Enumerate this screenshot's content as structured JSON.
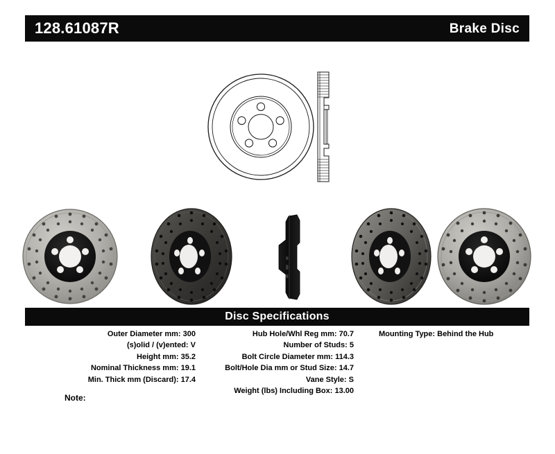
{
  "header": {
    "part_number": "128.61087R",
    "product_type": "Brake Disc"
  },
  "tech_drawing": {
    "face_view_name": "rotor-face-line-drawing",
    "section_view_name": "rotor-cross-section-line-drawing",
    "lug_hole_count": 5
  },
  "photos": [
    {
      "name": "drilled-rotor-front-face-photo",
      "caption": ""
    },
    {
      "name": "drilled-rotor-angled-dark-photo",
      "caption": ""
    },
    {
      "name": "rotor-edge-profile-photo",
      "caption": ""
    },
    {
      "name": "drilled-rotor-angled-left-photo",
      "caption": ""
    },
    {
      "name": "drilled-rotor-front-face-right-photo",
      "caption": ""
    }
  ],
  "specifications": {
    "title": "Disc Specifications",
    "left_column": [
      {
        "label": "Outer Diameter mm:",
        "value": "300"
      },
      {
        "label": "(s)olid / (v)ented:",
        "value": "V"
      },
      {
        "label": "Height mm:",
        "value": "35.2"
      },
      {
        "label": "Nominal Thickness mm:",
        "value": "19.1"
      },
      {
        "label": "Min. Thick mm (Discard):",
        "value": "17.4"
      }
    ],
    "middle_column": [
      {
        "label": "Hub Hole/Whl Reg mm:",
        "value": "70.7"
      },
      {
        "label": "Number of Studs:",
        "value": "5"
      },
      {
        "label": "Bolt Circle Diameter mm:",
        "value": "114.3"
      },
      {
        "label": "Bolt/Hole Dia mm or Stud Size:",
        "value": "14.7"
      },
      {
        "label": "Vane Style:",
        "value": "S"
      },
      {
        "label": "Weight (lbs) Including Box:",
        "value": "13.00"
      }
    ],
    "right_column": [
      {
        "label": "Mounting Type:",
        "value": "Behind the Hub"
      }
    ]
  },
  "note": {
    "label": "Note:",
    "value": ""
  },
  "colors": {
    "bar_background": "#0b0b0b",
    "bar_text": "#ffffff",
    "page_background": "#ffffff",
    "body_text": "#000000",
    "rotor_ring_light": "#b4b2ad",
    "rotor_ring_dark": "#4a4845",
    "rotor_hat_black": "#141414"
  }
}
